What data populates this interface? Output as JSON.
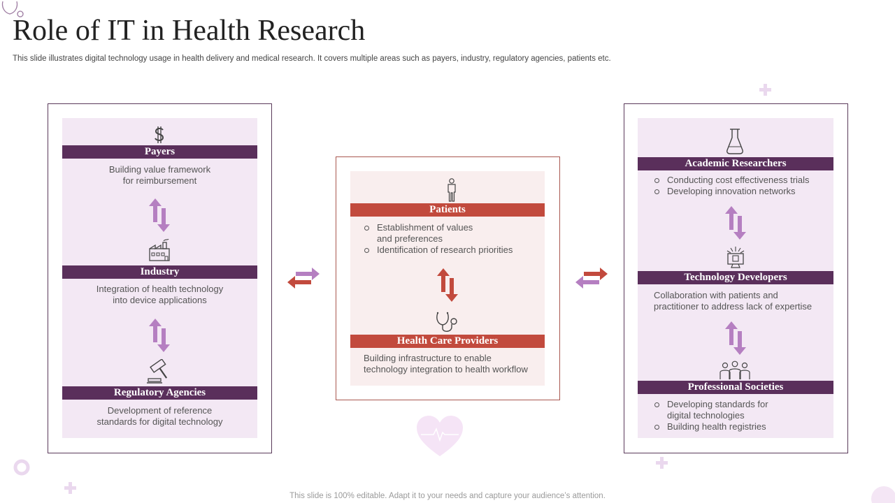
{
  "title": "Role of IT in Health Research",
  "subtitle": "This slide illustrates digital technology usage in health delivery and medical research. It covers multiple areas such as payers, industry, regulatory agencies, patients etc.",
  "footer": "This slide is 100% editable. Adapt it to your needs and capture your audience’s attention.",
  "colors": {
    "purple_dark": "#5a2f5b",
    "purple_light": "#f3e8f4",
    "purple_arrow": "#b57fc1",
    "red": "#c24a3d",
    "red_light": "#f9eeee"
  },
  "left_panel": {
    "sections": [
      {
        "label": "Payers",
        "icon": "dollar-icon",
        "text_lines": [
          "Building value framework",
          "for reimbursement"
        ]
      },
      {
        "label": "Industry",
        "icon": "factory-icon",
        "text_lines": [
          "Integration of health technology",
          "into device applications"
        ]
      },
      {
        "label": "Regulatory Agencies",
        "icon": "gavel-icon",
        "text_lines": [
          "Development  of reference",
          "standards for digital technology"
        ]
      }
    ]
  },
  "center_panel": {
    "sections": [
      {
        "label": "Patients",
        "icon": "person-icon",
        "bullets": [
          [
            "Establishment of values",
            "and preferences"
          ],
          [
            "Identification of research priorities"
          ]
        ]
      },
      {
        "label": "Health Care Providers",
        "icon": "stethoscope-icon",
        "text_lines": [
          "Building infrastructure to enable",
          "technology integration to health workflow"
        ]
      }
    ]
  },
  "right_panel": {
    "sections": [
      {
        "label": "Academic Researchers",
        "icon": "flask-icon",
        "bullets": [
          [
            "Conducting cost effectiveness trials"
          ],
          [
            "Developing innovation networks"
          ]
        ]
      },
      {
        "label": "Technology Developers",
        "icon": "computer-chip-icon",
        "text_lines": [
          "Collaboration with patients and",
          "practitioner to address lack of expertise"
        ]
      },
      {
        "label": "Professional Societies",
        "icon": "team-icon",
        "bullets": [
          [
            "Developing standards for",
            "digital technologies"
          ],
          [
            "Building health registries"
          ]
        ]
      }
    ]
  }
}
